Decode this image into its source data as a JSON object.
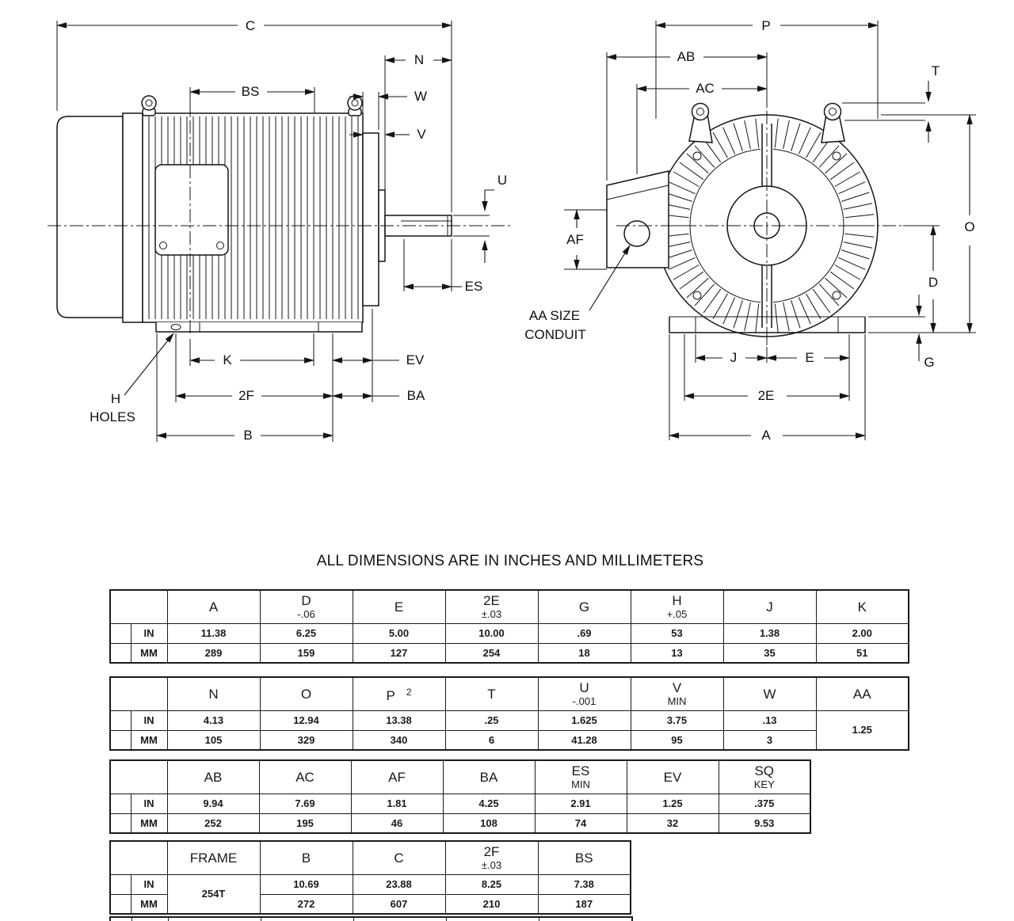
{
  "title": "ALL DIMENSIONS ARE IN INCHES AND MILLIMETERS",
  "side_view": {
    "c": "C",
    "n": "N",
    "bs": "BS",
    "w": "W",
    "v": "V",
    "u": "U",
    "es": "ES",
    "k": "K",
    "ev": "EV",
    "f2": "2F",
    "ba": "BA",
    "b": "B",
    "h": "H",
    "holes": "HOLES"
  },
  "end_view": {
    "p": "P",
    "ab": "AB",
    "ac": "AC",
    "t": "T",
    "af": "AF",
    "aa_line1": "AA SIZE",
    "aa_line2": "CONDUIT",
    "o": "O",
    "d": "D",
    "g": "G",
    "j": "J",
    "e": "E",
    "e2": "2E",
    "a": "A"
  },
  "tables": {
    "row_labels": {
      "in": "IN",
      "mm": "MM"
    },
    "t1": {
      "headers": [
        {
          "m": "A"
        },
        {
          "m": "D",
          "s": "-.06"
        },
        {
          "m": "E"
        },
        {
          "m": "2E",
          "s": "±.03"
        },
        {
          "m": "G"
        },
        {
          "m": "H",
          "s": "+.05"
        },
        {
          "m": "J"
        },
        {
          "m": "K"
        }
      ],
      "in": [
        "11.38",
        "6.25",
        "5.00",
        "10.00",
        ".69",
        "53",
        "1.38",
        "2.00"
      ],
      "mm": [
        "289",
        "159",
        "127",
        "254",
        "18",
        "13",
        "35",
        "51"
      ]
    },
    "t2": {
      "headers": [
        {
          "m": "N"
        },
        {
          "m": "O"
        },
        {
          "m": "P",
          "sup": "2"
        },
        {
          "m": "T"
        },
        {
          "m": "U",
          "s": "-.001"
        },
        {
          "m": "V",
          "s": "MIN"
        },
        {
          "m": "W"
        },
        {
          "m": "AA"
        }
      ],
      "in": [
        "4.13",
        "12.94",
        "13.38",
        ".25",
        "1.625",
        "3.75",
        ".13"
      ],
      "mm": [
        "105",
        "329",
        "340",
        "6",
        "41.28",
        "95",
        "3"
      ],
      "aa": "1.25"
    },
    "t3": {
      "headers": [
        {
          "m": "AB"
        },
        {
          "m": "AC"
        },
        {
          "m": "AF"
        },
        {
          "m": "BA"
        },
        {
          "m": "ES",
          "s": "MIN"
        },
        {
          "m": "EV"
        },
        {
          "m": "SQ",
          "s": "KEY"
        }
      ],
      "in": [
        "9.94",
        "7.69",
        "1.81",
        "4.25",
        "2.91",
        "1.25",
        ".375"
      ],
      "mm": [
        "252",
        "195",
        "46",
        "108",
        "74",
        "32",
        "9.53"
      ]
    },
    "t4": {
      "headers": [
        {
          "m": "FRAME"
        },
        {
          "m": "B"
        },
        {
          "m": "C"
        },
        {
          "m": "2F",
          "s": "±.03"
        },
        {
          "m": "BS"
        }
      ],
      "frame": "254T",
      "in": [
        "10.69",
        "23.88",
        "8.25",
        "7.38"
      ],
      "mm": [
        "272",
        "607",
        "210",
        "187"
      ]
    }
  }
}
